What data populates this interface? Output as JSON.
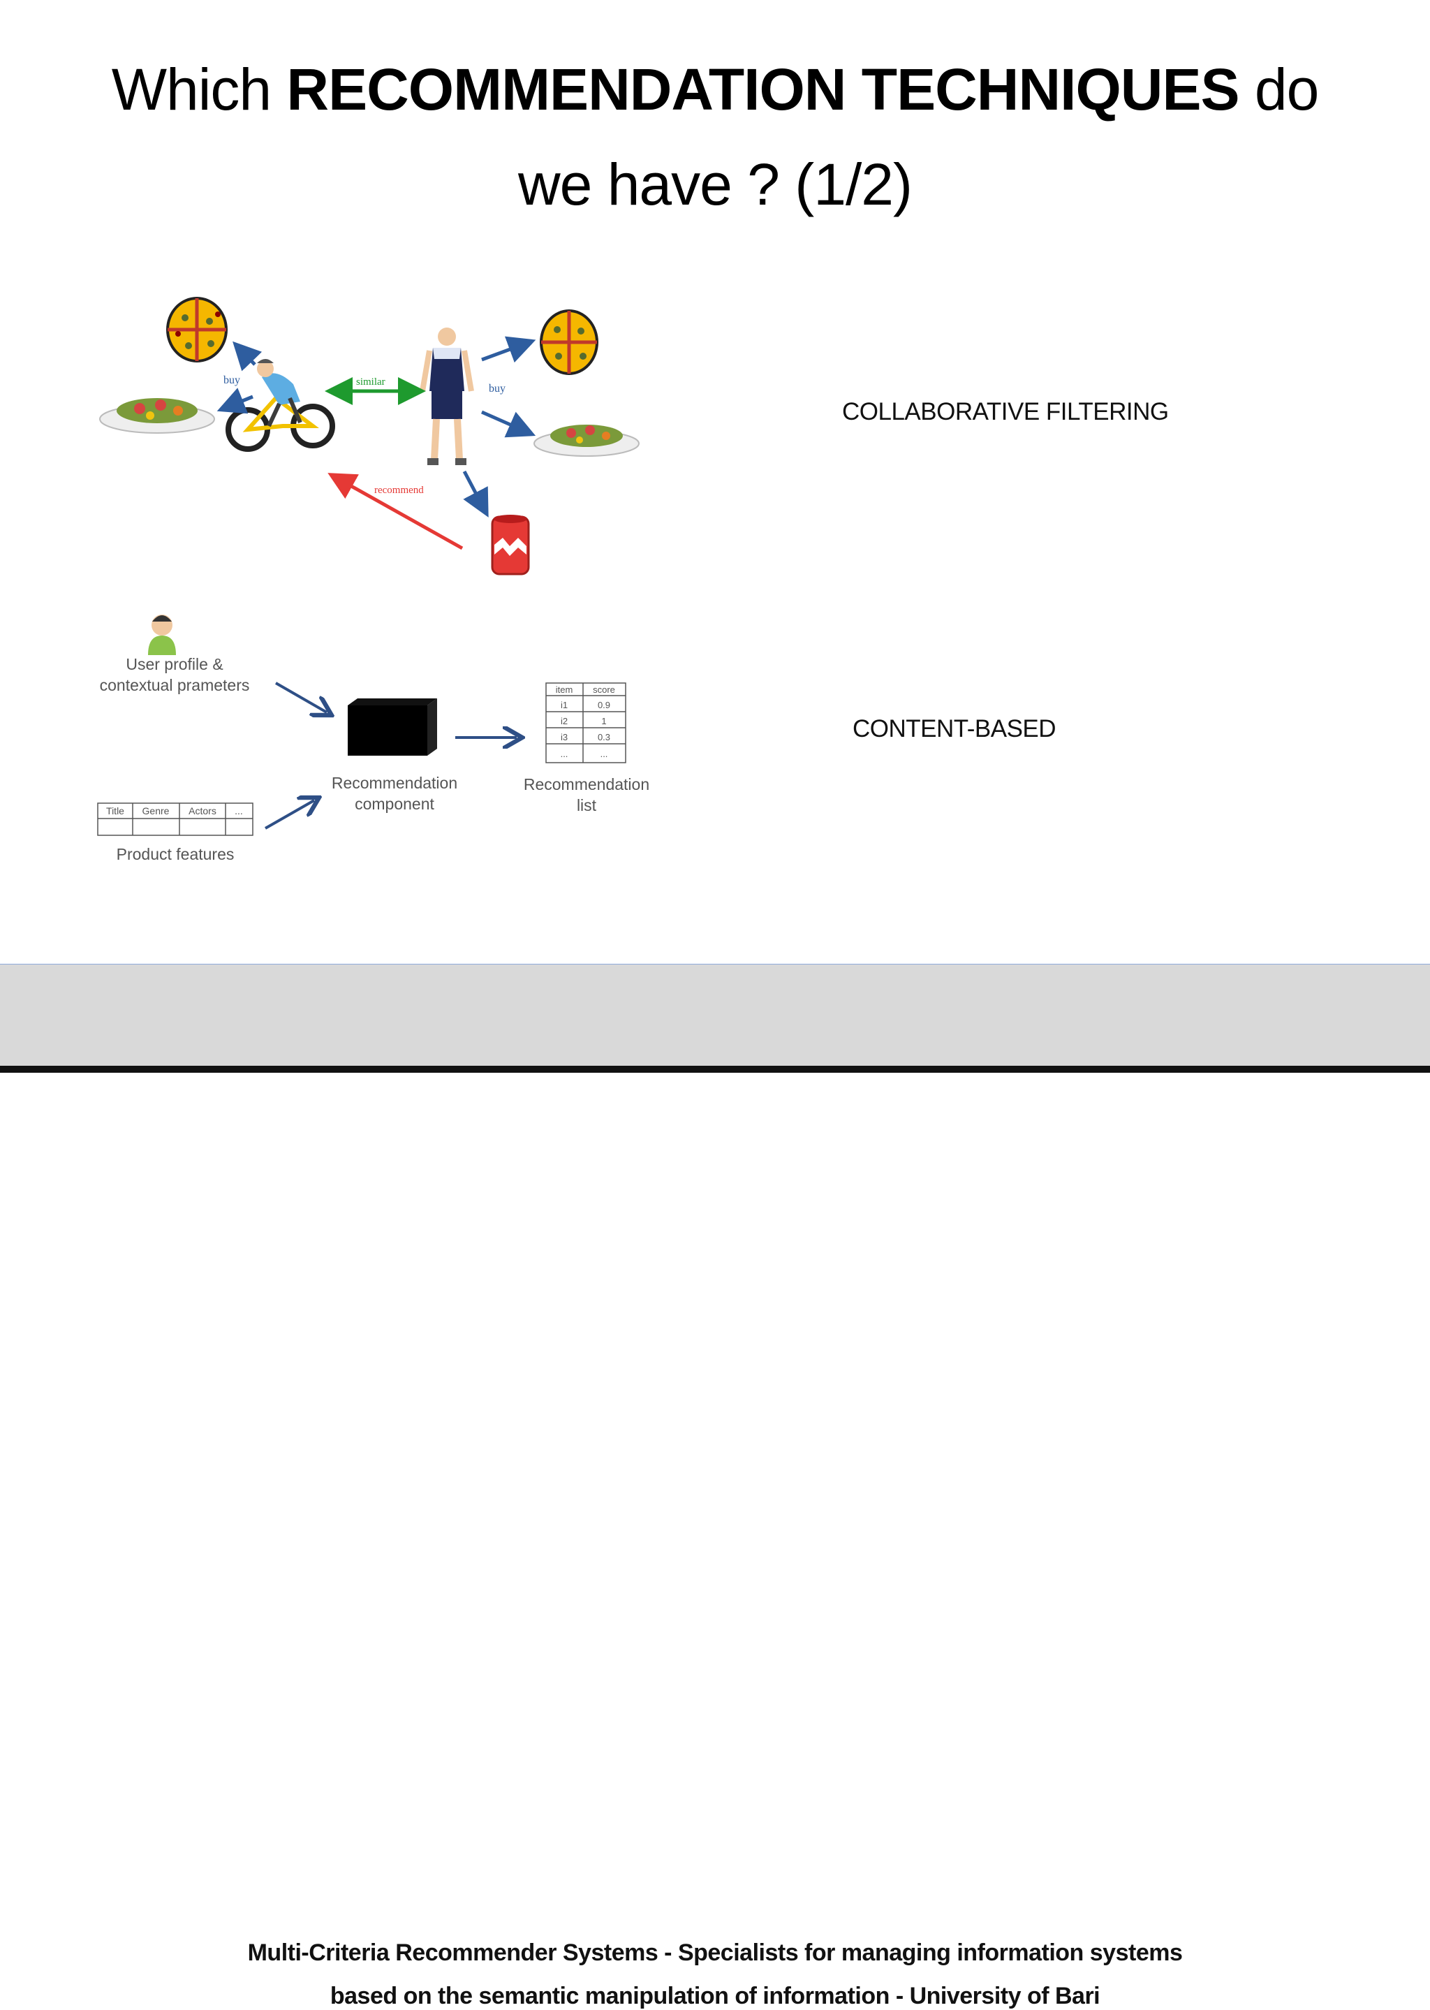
{
  "slide": {
    "title_prefix": "Which ",
    "title_bold": "RECOMMENDATION TECHNIQUES",
    "title_suffix": " do",
    "title_line2": "we have ? (1/2)"
  },
  "techniques": [
    {
      "label": "COLLABORATIVE FILTERING"
    },
    {
      "label": "CONTENT-BASED"
    }
  ],
  "cf_figure": {
    "buy_left": "buy",
    "similar": "similar",
    "buy_right": "buy",
    "recommend": "recommend"
  },
  "cb_figure": {
    "user_profile_line1": "User profile &",
    "user_profile_line2": "contextual prameters",
    "component_line1": "Recommendation",
    "component_line2": "component",
    "list_line1": "Recommendation",
    "list_line2": "list",
    "product_features": "Product features",
    "product_table_headers": [
      "Title",
      "Genre",
      "Actors",
      "..."
    ],
    "list_table_headers": [
      "item",
      "score"
    ],
    "list_table_rows": [
      [
        "i1",
        "0.9"
      ],
      [
        "i2",
        "1"
      ],
      [
        "i3",
        "0.3"
      ],
      [
        "...",
        "..."
      ]
    ]
  },
  "footer": {
    "line1": "Multi-Criteria Recommender Systems - Specialists for managing information systems",
    "line2": "based on the semantic manipulation of information - University of Bari"
  },
  "colors": {
    "arrow_blue": "#2e5d9f",
    "arrow_green": "#1e9a2e",
    "arrow_red": "#e53935",
    "footer_bg": "#d9d9d9"
  }
}
